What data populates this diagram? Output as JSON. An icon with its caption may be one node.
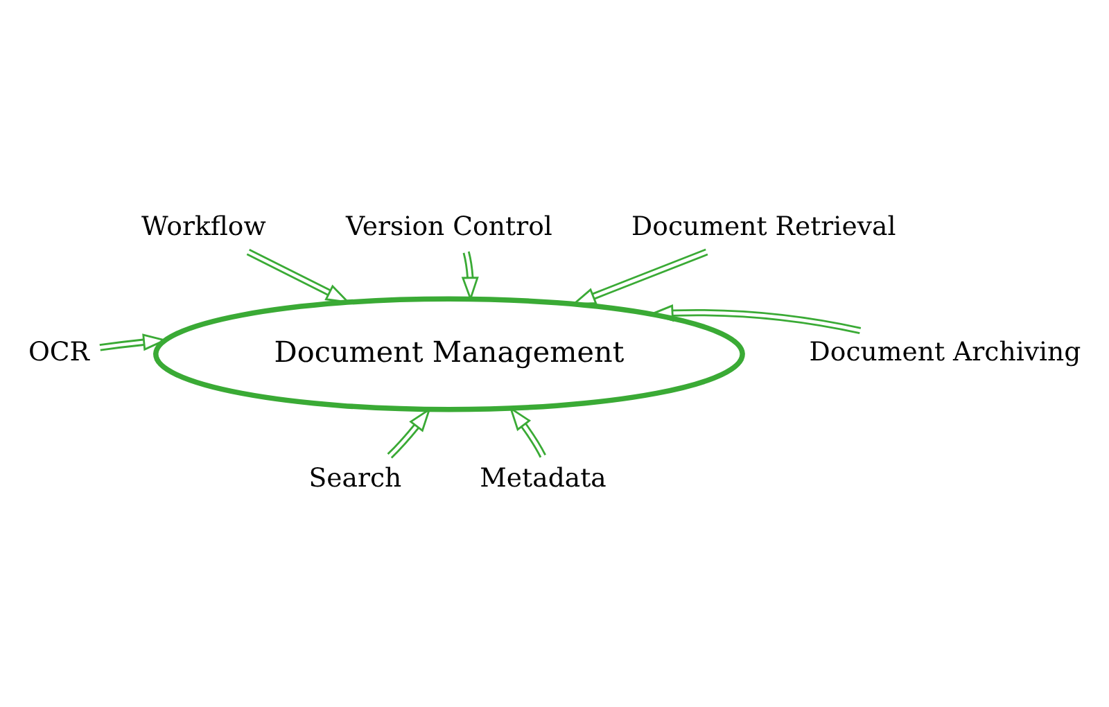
{
  "diagram": {
    "nodes": [
      {
        "text": [
          "Version Control"
        ]
      },
      {
        "text": [
          "Workflow"
        ]
      },
      {
        "text": [
          "Document Retrieval"
        ]
      },
      {
        "text": [
          "OCR"
        ]
      },
      {
        "text": [
          "Document Management"
        ]
      },
      {
        "text": [
          "Document Archiving"
        ]
      },
      {
        "text": [
          "Search"
        ]
      },
      {
        "text": [
          "Metadata"
        ]
      }
    ],
    "edges": [
      {
        "from": 0,
        "to": 4,
        "arrow": "to"
      },
      {
        "from": 1,
        "to": 4,
        "arrow": "to"
      },
      {
        "from": 2,
        "to": 4,
        "arrow": "to"
      },
      {
        "from": 3,
        "to": 4,
        "arrow": "to"
      },
      {
        "from": 5,
        "to": 4,
        "arrow": "to"
      },
      {
        "from": 6,
        "to": 4,
        "arrow": "to"
      },
      {
        "from": 7,
        "to": 4,
        "arrow": "to"
      }
    ]
  }
}
